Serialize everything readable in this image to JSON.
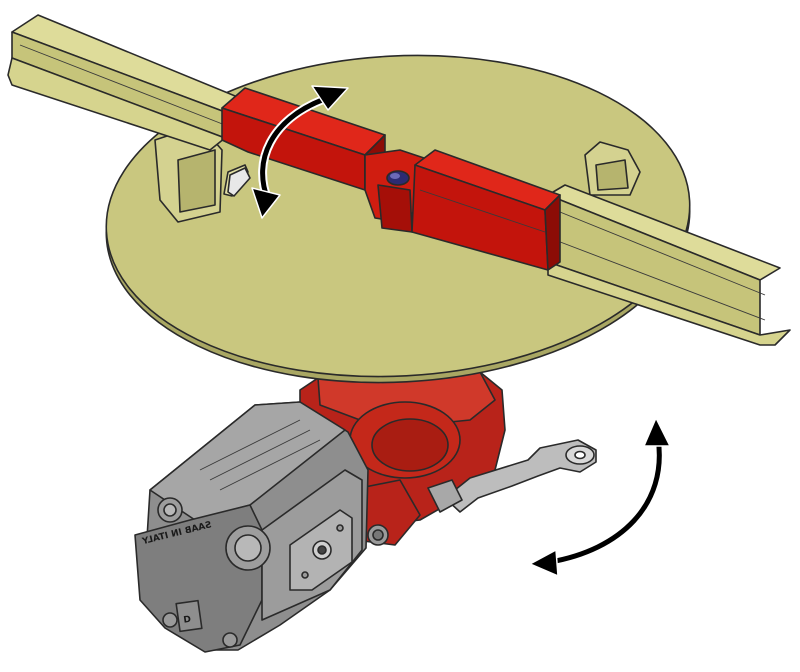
{
  "figure": {
    "casting_text": "SAAB IN ITALY",
    "logo_letter": "D",
    "colors": {
      "background": "#ffffff",
      "turntable": "#c9c77f",
      "turntable_shade": "#a9a763",
      "rail": "#c6c47a",
      "rail_light": "#dedc9a",
      "clamp_red": "#c3140c",
      "clamp_dark": "#8c0c06",
      "housing_red": "#c4281a",
      "motor_grey": "#8e8e8e",
      "motor_light": "#b0b0b0",
      "motor_dark": "#6c6c6c",
      "arrow": "#000000"
    },
    "icons": [
      "rotation-arrow-upper",
      "rotation-arrow-lower"
    ]
  }
}
